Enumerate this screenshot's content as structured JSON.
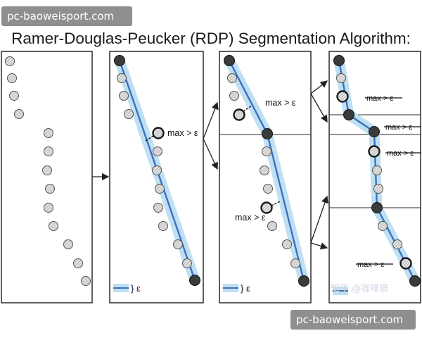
{
  "watermark_top": "pc-baoweisport.com",
  "watermark_bottom": "pc-baoweisport.com",
  "title": "Ramer-Douglas-Peucker (RDP) Segmentation Algorithm:",
  "labels": {
    "max_gt_eps": "max > ε",
    "epsilon": "} ε"
  },
  "credit": "知乎 @咖啡猫",
  "colors": {
    "band": "#bfe0f2",
    "line": "#3f6fc1",
    "point_fill": "#cfcfcf",
    "endpoint_fill": "#3b3b3b",
    "badge": "#8f8f8f"
  }
}
